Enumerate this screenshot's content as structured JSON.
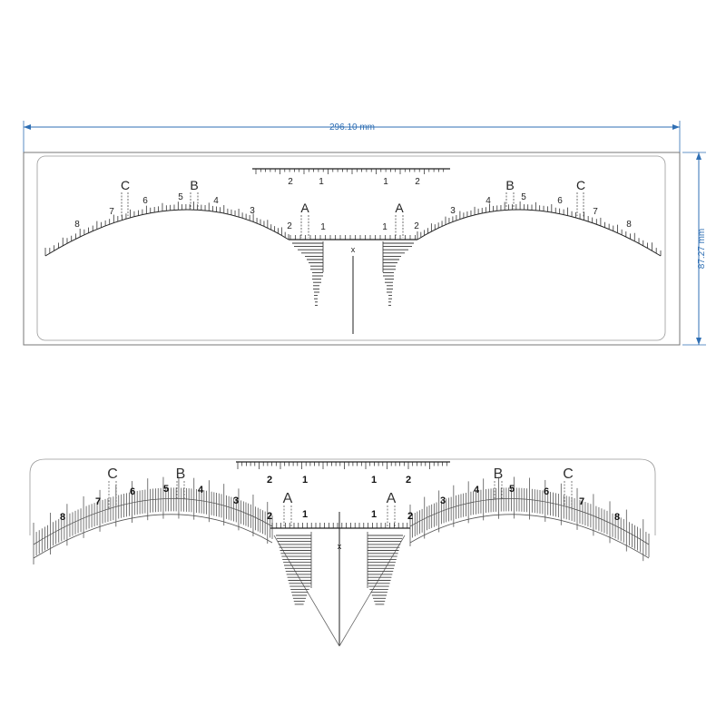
{
  "dimensions": {
    "width_label": "296.10 mm",
    "height_label": "87.27 mm"
  },
  "labels": {
    "letter_a": "A",
    "letter_b": "B",
    "letter_c": "C",
    "center_mark": "x",
    "num_1": "1",
    "num_2": "2",
    "num_3": "3",
    "num_4": "4",
    "num_5": "5",
    "num_6": "6",
    "num_7": "7",
    "num_8": "8"
  },
  "colors": {
    "dimension": "#2f6fb4",
    "line": "#222222",
    "outline": "#888888",
    "tick_bottom": "#555555"
  },
  "icons": {
    "dimension_arrow": "arrow-head-icon"
  }
}
